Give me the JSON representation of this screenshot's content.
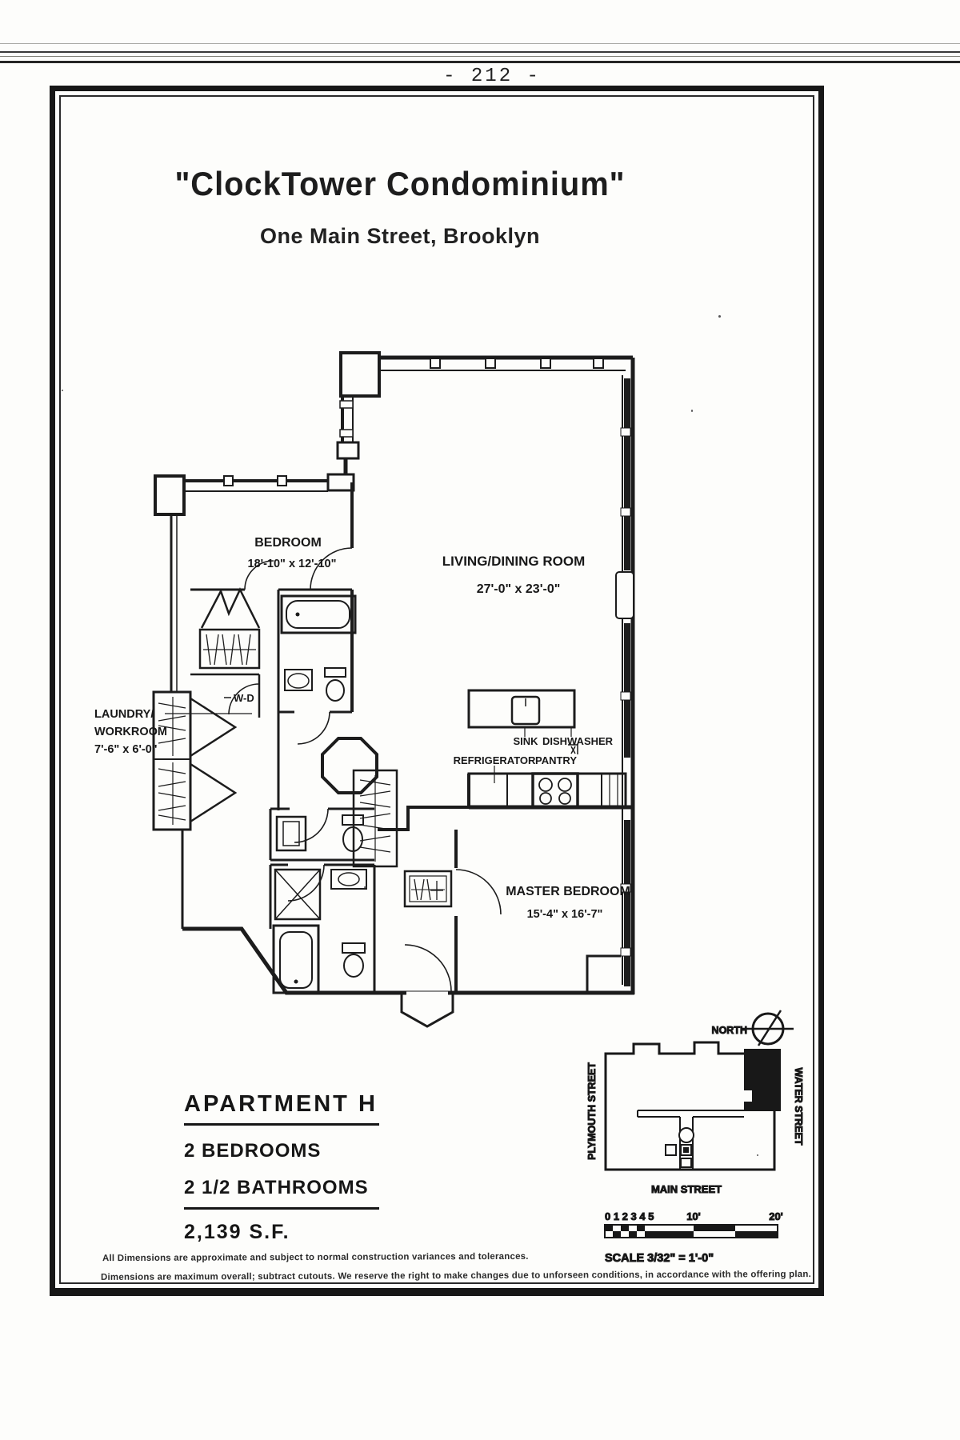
{
  "page": {
    "number": "- 212 -"
  },
  "title": {
    "main": "\"ClockTower Condominium\"",
    "subtitle": "One Main Street, Brooklyn"
  },
  "plan": {
    "bedroom": {
      "label": "BEDROOM",
      "dims": "18'-10\" x 12'-10\""
    },
    "living": {
      "label": "LIVING/DINING ROOM",
      "dims": "27'-0\" x 23'-0\""
    },
    "laundry": {
      "label1": "LAUNDRY/",
      "label2": "WORKROOM",
      "dims": "7'-6\" x 6'-0\""
    },
    "master": {
      "label": "MASTER BEDROOM",
      "dims": "15'-4\" x 16'-7\""
    },
    "kitchen": {
      "sink": "SINK",
      "dishwasher": "DISHWASHER",
      "refrigerator": "REFRIGERATOR",
      "pantry": "PANTRY"
    },
    "washer_dryer": "W-D"
  },
  "info": {
    "apartment": "APARTMENT H",
    "bedrooms": "2 BEDROOMS",
    "bathrooms": "2 1/2 BATHROOMS",
    "area": "2,139 S.F."
  },
  "map": {
    "north": "NORTH",
    "plymouth": "PLYMOUTH STREET",
    "water": "WATER STREET",
    "main": "MAIN STREET"
  },
  "scale": {
    "ticks": "0 1 2 3 4 5",
    "ten": "10'",
    "twenty": "20'",
    "label": "SCALE 3/32\" = 1'-0\""
  },
  "disclaimer": {
    "line1": "All Dimensions are approximate and subject to normal construction variances and tolerances.",
    "line2": "Dimensions are maximum overall; subtract cutouts.  We reserve the right to make changes due to unforseen conditions, in accordance with the offering plan."
  }
}
